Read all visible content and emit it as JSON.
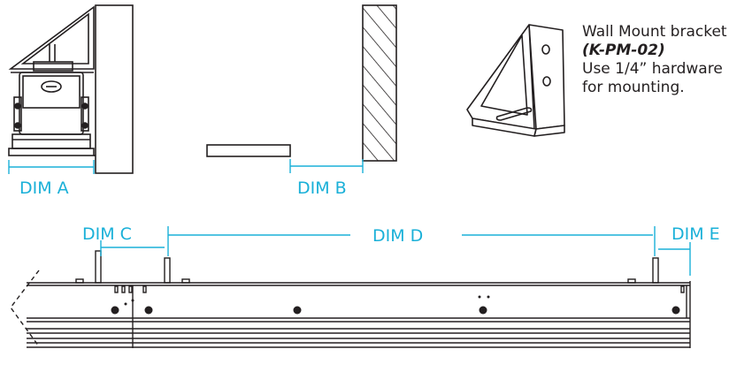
{
  "dimensions": {
    "a": "DIM A",
    "b": "DIM B",
    "c": "DIM C",
    "d": "DIM D",
    "e": "DIM E"
  },
  "bracket_note": {
    "line1": "Wall Mount bracket",
    "part_number": "(K-PM-02)",
    "line3": "Use 1/4” hardware",
    "line4": "for mounting."
  },
  "colors": {
    "dimension": "#1ab0d8",
    "linework": "#231f20"
  }
}
